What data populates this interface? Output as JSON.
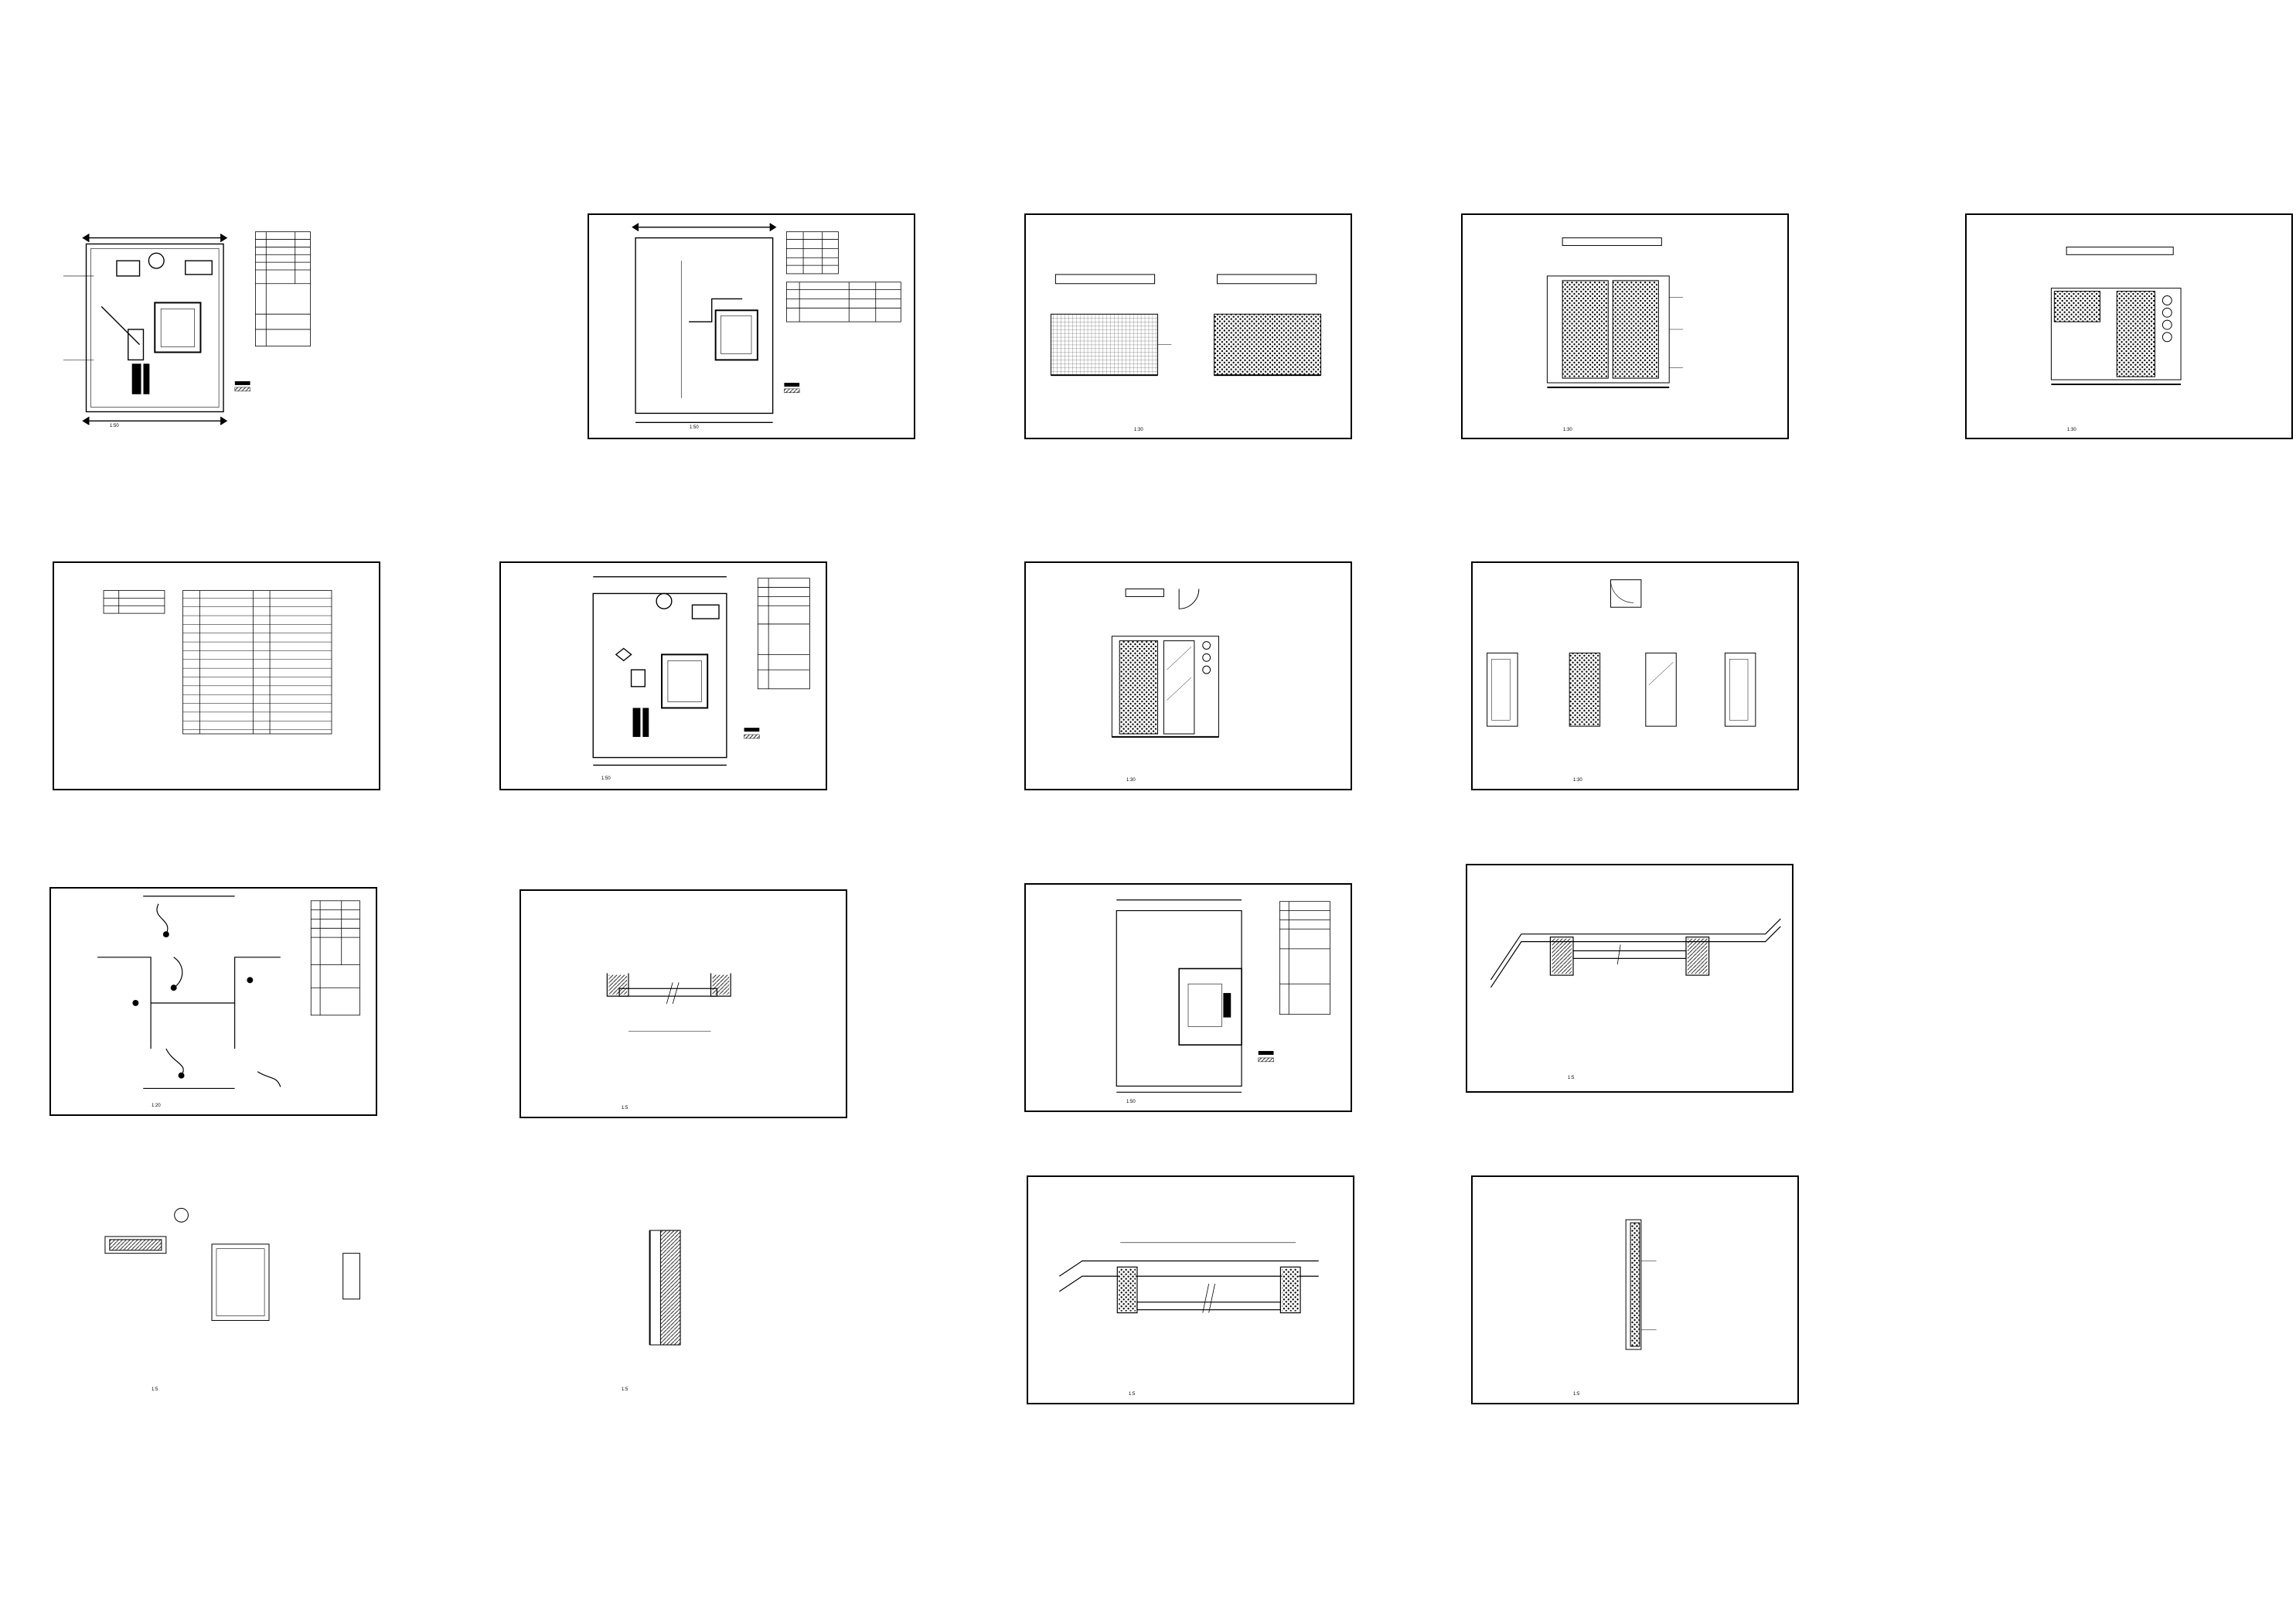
{
  "sheets": [
    {
      "title": "",
      "scale": "1:50"
    },
    {
      "title": "",
      "scale": "1:50"
    },
    {
      "title": "",
      "scale": "1:30"
    },
    {
      "title": "",
      "scale": "1:30"
    },
    {
      "title": "",
      "scale": "1:30"
    },
    {
      "title": "",
      "scale": ""
    },
    {
      "title": "",
      "scale": "1:50"
    },
    {
      "title": "",
      "scale": "1:30"
    },
    {
      "title": "",
      "scale": "1:30"
    },
    {
      "title": "",
      "scale": "1:20"
    },
    {
      "title": "",
      "scale": "1:5"
    },
    {
      "title": "",
      "scale": "1:50"
    },
    {
      "title": "",
      "scale": "1:5"
    },
    {
      "title": "",
      "scale": "1:5"
    },
    {
      "title": "",
      "scale": "1:5"
    },
    {
      "title": "",
      "scale": "1:5"
    },
    {
      "title": "",
      "scale": "1:5"
    }
  ]
}
